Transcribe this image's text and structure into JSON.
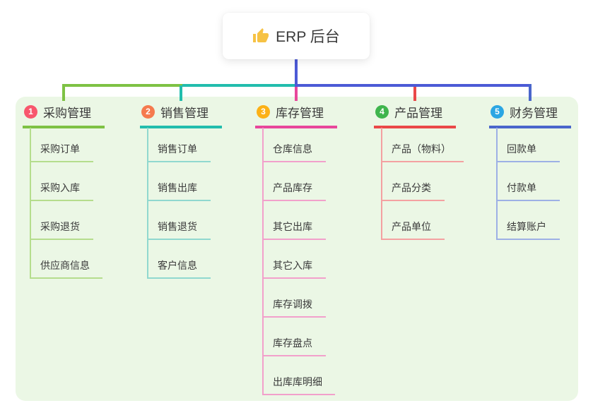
{
  "root": {
    "label": "ERP 后台",
    "icon": "thumbs-up-icon",
    "icon_color": "#f6c244"
  },
  "colors": {
    "panel_bg": "#ebf7e5",
    "text": "#3a3a3a",
    "root_connector": "#4c5ad6"
  },
  "branches": [
    {
      "index": "1",
      "label": "采购管理",
      "badge_color": "#f8576d",
      "line_color": "#7ec244",
      "light_color": "#b5dd8d",
      "children": [
        "采购订单",
        "采购入库",
        "采购退货",
        "供应商信息"
      ]
    },
    {
      "index": "2",
      "label": "销售管理",
      "badge_color": "#f57a4e",
      "line_color": "#22bdad",
      "light_color": "#90d8cf",
      "children": [
        "销售订单",
        "销售出库",
        "销售退货",
        "客户信息"
      ]
    },
    {
      "index": "3",
      "label": "库存管理",
      "badge_color": "#fcb116",
      "line_color": "#e8479b",
      "light_color": "#f2a0cb",
      "children": [
        "仓库信息",
        "产品库存",
        "其它出库",
        "其它入库",
        "库存调拨",
        "库存盘点",
        "出库库明细"
      ]
    },
    {
      "index": "4",
      "label": "产品管理",
      "badge_color": "#3fb54d",
      "line_color": "#ea4848",
      "light_color": "#f4a1a1",
      "children": [
        "产品（物料）",
        "产品分类",
        "产品单位"
      ]
    },
    {
      "index": "5",
      "label": "财务管理",
      "badge_color": "#2ba6e3",
      "line_color": "#4a66cb",
      "light_color": "#9db0e5",
      "children": [
        "回款单",
        "付款单",
        "结算账户"
      ]
    }
  ]
}
